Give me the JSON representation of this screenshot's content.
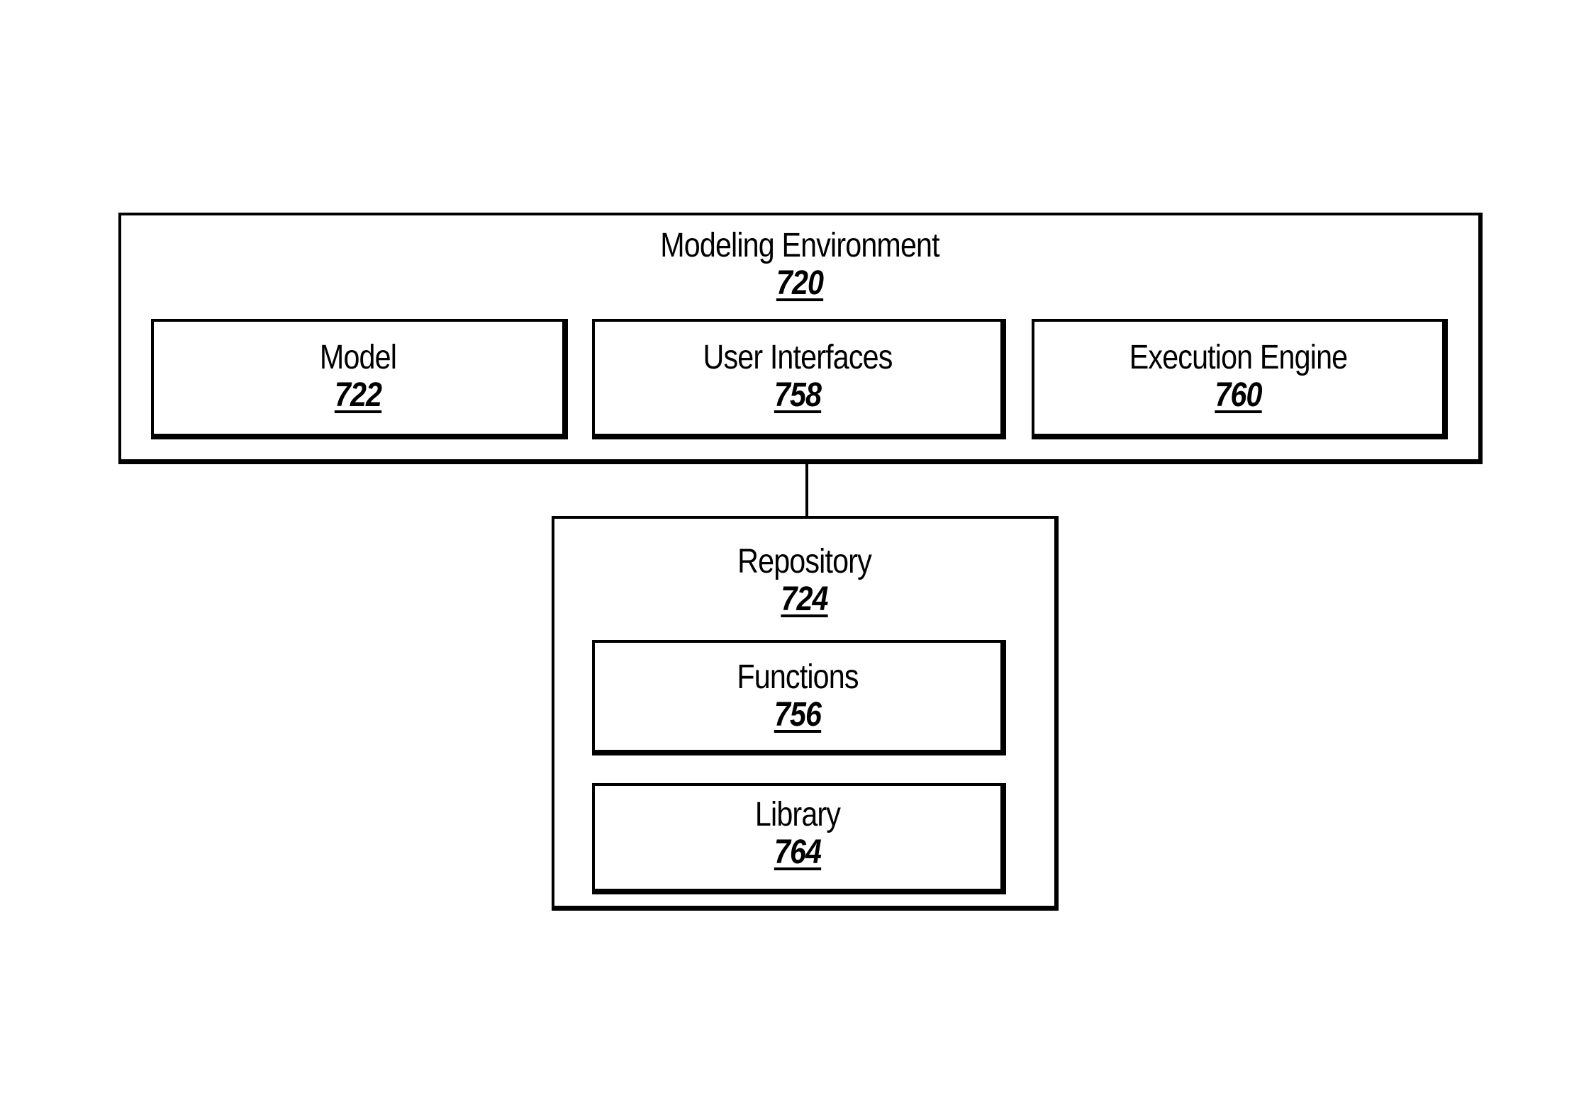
{
  "modeling_environment": {
    "label": "Modeling Environment",
    "ref": "720",
    "components": [
      {
        "label": "Model",
        "ref": "722"
      },
      {
        "label": "User Interfaces",
        "ref": "758"
      },
      {
        "label": "Execution Engine",
        "ref": "760"
      }
    ]
  },
  "repository": {
    "label": "Repository",
    "ref": "724",
    "components": [
      {
        "label": "Functions",
        "ref": "756"
      },
      {
        "label": "Library",
        "ref": "764"
      }
    ]
  }
}
